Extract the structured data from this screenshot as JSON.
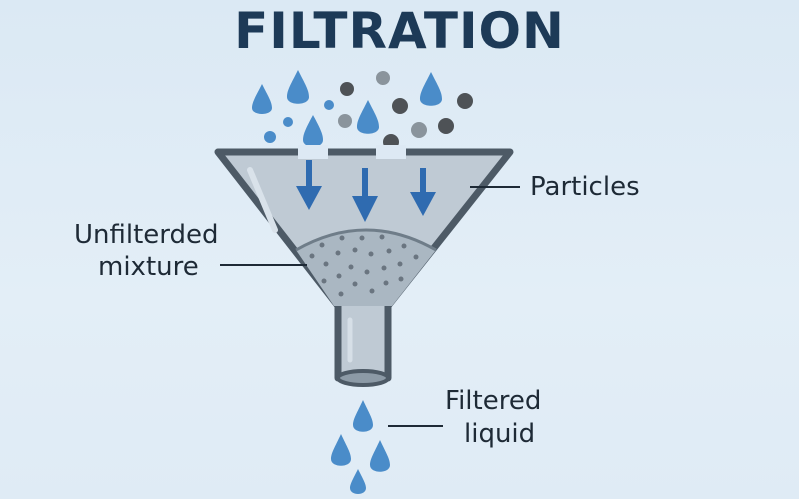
{
  "title": "FILTRATION",
  "labels": {
    "particles": "Particles",
    "unfiltered_line1": "Unfilterded",
    "unfiltered_line2": "mixture",
    "filtered_line1": "Filtered",
    "filtered_line2": "liquid"
  },
  "icons": {
    "water_drop": "water-drop-icon",
    "particle": "particle-dot-icon",
    "arrow": "down-arrow-icon",
    "funnel": "funnel-icon"
  },
  "colors": {
    "background": "#dde9f4",
    "title": "#1d3a57",
    "drop": "#4a8cc9",
    "arrow": "#2f6bb0",
    "particle_dark": "#4e5256",
    "particle_light": "#8a949c",
    "funnel_outline": "#4d5a66",
    "funnel_fill": "#b9c6d0"
  }
}
